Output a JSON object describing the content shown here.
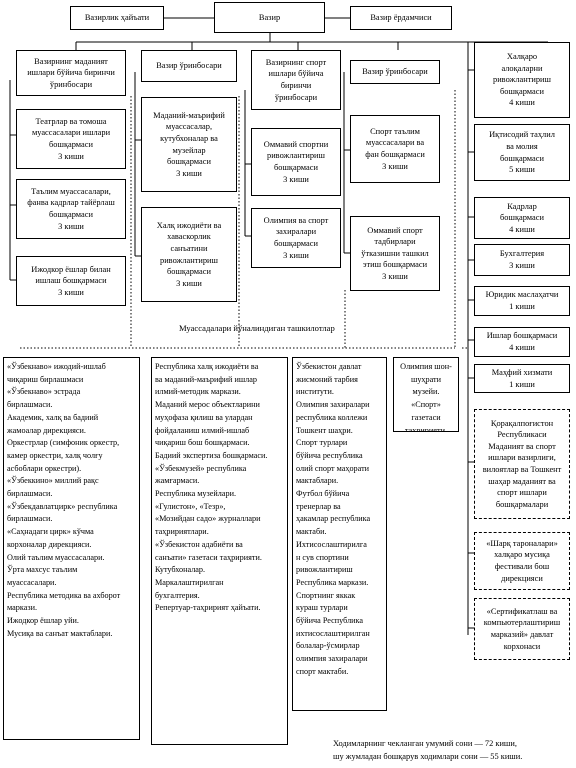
{
  "top": {
    "minister": "Вазир",
    "collegium": "Вазирлик ҳайъати",
    "assistant": "Вазир ёрдамчиси"
  },
  "deputies": [
    "Вазирнинг маданият\nишлари бўйича биринчи\nўринбосари",
    "Вазир ўринбосари",
    "Вазирнинг спорт\nишлари бўйича\nбиринчи\nўринбосари",
    "Вазир ўринбосари"
  ],
  "departments": {
    "col1": [
      "Театрлар ва томоша\nмуассасалари ишлари\nбошқармаси\n3 киши",
      "Таълим муассасалари,\nфанва кадрлар тайёрлаш\nбошқармаси\n3 киши",
      "Ижодкор ёшлар билан\nишлаш бошқармаси\n3 киши"
    ],
    "col2": [
      "Маданий-маърифий\nмуассасалар,\nкутубхоналар ва\nмузейлар\nбошқармаси\n3 киши",
      "Халқ ижодиёти ва\nхаваскорлик\nсанъатини\nривожлантириш\nбошқармаси\n3 киши"
    ],
    "col3": [
      "Оммавий спортни\nривожлантириш\nбошқармаси\n3 киши",
      "Олимпия ва спорт\nзахиралари\nбошқармаси\n3 киши"
    ],
    "col4": [
      "Спорт таълим\nмуассасалари ва\nфан бошқармаси\n3 киши",
      "Оммавий спорт\nтадбирлари\nўтказишни ташкил\nэтиш бошқармаси\n3 киши"
    ]
  },
  "right_units": [
    "Халқаро\nалоқаларни\nривожлантириш\nбошқармаси\n4 киши",
    "Иқтисодий таҳлил\nва молия\nбошқармаси\n5 киши",
    "Кадрлар\nбошқармаси\n4 киши",
    "Бухгалтерия\n3 киши",
    "Юридик маслаҳатчи\n1 киши",
    "Ишлар бошқармаси\n4 киши",
    "Маҳфий хизмати\n1 киши"
  ],
  "right_dashed": [
    "Қорақалпоғистон\nРеспубликаси\nМаданият ва спорт\nишлари вазирлиги,\nвилоятлар ва Тошкент\nшаҳар маданият ва\nспорт ишлари\nбошқармалари",
    "«Шарқ тароналари»\nхалқаро мусиқа\nфестивали бош\nдирекцияси",
    "«Сертификатлаш ва\nкомпьютерлаштириш\nмарказий» давлат\nкорхонаси"
  ],
  "org_label": "Муассадалари йўналиндиган ташкилотлар",
  "org_columns": [
    "«Ўзбекнаво» ижодий-ишлаб\nчиқариш бирлашмаси\n«Ўзбекнаво» эстрада\nбирлашмаси.\nАкадемик, халқ ва бадиий\nжамоалар дирекцияси.\nОркестрлар (симфоник оркестр,\nкамер оркестри, халқ чолғу\nасбоблари оркестри).\n«Ўзбеккино» миллий рақс\nбирлашмаси.\n«Ўзбекдавлатцирк» республика\nбирлашмаси.\n«Саҳнадаги цирк» кўчма\nкорхоналар дирекцияси.\nОлий таълим муассасалари.\nЎрта махсус таълим\nмуассасалари.\nРеспублика методика ва ахборот\nмаркази.\nИжодкор ёшлар уйи.\nМусиқа ва санъат мактаблари.",
    "Республика халқ ижодиёти ва\nва маданий-маърифий ишлар\nилмий-методик маркази.\nМаданий мерос объектларини\nмуҳофаза қилиш ва улардан\nфойдаланиш илмий-ишлаб\nчиқариш бош бошқармаси.\nБадиий экспертиза бошқармаси.\n«Ўзбекмузей» республика\nжамғармаси.\nРеспублика музейлари.\n«Гулистон», «Тезр»,\n«Мозийдан садо» журналлари\nтаҳририятлари.\n«Ўзбекистон адабиёти ва\nсанъати» газетаси таҳририяти.\nКутубхоналар.\nМаркалаштирилган\nбухгалтерия.\nРепертуар-таҳририят ҳайъати.",
    "Ўзбекистон давлат\nжисмоний тарбия\nинститути.\nОлимпия захиралари\nреспублика коллежи\nТошкент шаҳри.\nСпорт турлари\nбўйича республика\nолий спорт маҳорати\nмактаблари.\nФутбол бўйича\nтренерлар ва\nҳакамлар республика\nмактаби.\nИхтисослаштирилга\nн сув спортини\nривожлантириш\nРеспублика маркази.\nСпортнинг яккак\nкураш турлари\nбўйича Республика\nихтисослаштирилган\nболалар-ўсмирлар\nолимпия захиралари\nспорт мактаби.",
    "Олимпия шон-\nшуҳрати музейи.\n«Спорт»\nгазетаси\nтаҳририяти."
  ],
  "footer": "Ходимларнинг чекланган умумий сони — 72 киши,\nшу жумладан бошқарув ходимлари сони — 55 киши."
}
